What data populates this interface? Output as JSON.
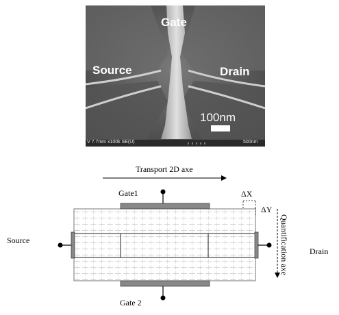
{
  "sem": {
    "gate_label": "Gate",
    "source_label": "Source",
    "drain_label": "Drain",
    "scale_bar_label": "100nm",
    "info_strip_text": "V 7.7mm x100k SE(U)",
    "info_strip_scale": "500nm"
  },
  "schematic": {
    "transport_label": "Transport 2D axe",
    "gate1_label": "Gate1",
    "gate2_label": "Gate 2",
    "source_label": "Source",
    "drain_label": "Drain",
    "quantification_label": "Quantification axe",
    "delta_x_label": "ΔX",
    "delta_y_label": "ΔY",
    "colors": {
      "gate_fill": "#888888",
      "grid_line": "#aaaaaa",
      "frame": "#333333"
    }
  }
}
